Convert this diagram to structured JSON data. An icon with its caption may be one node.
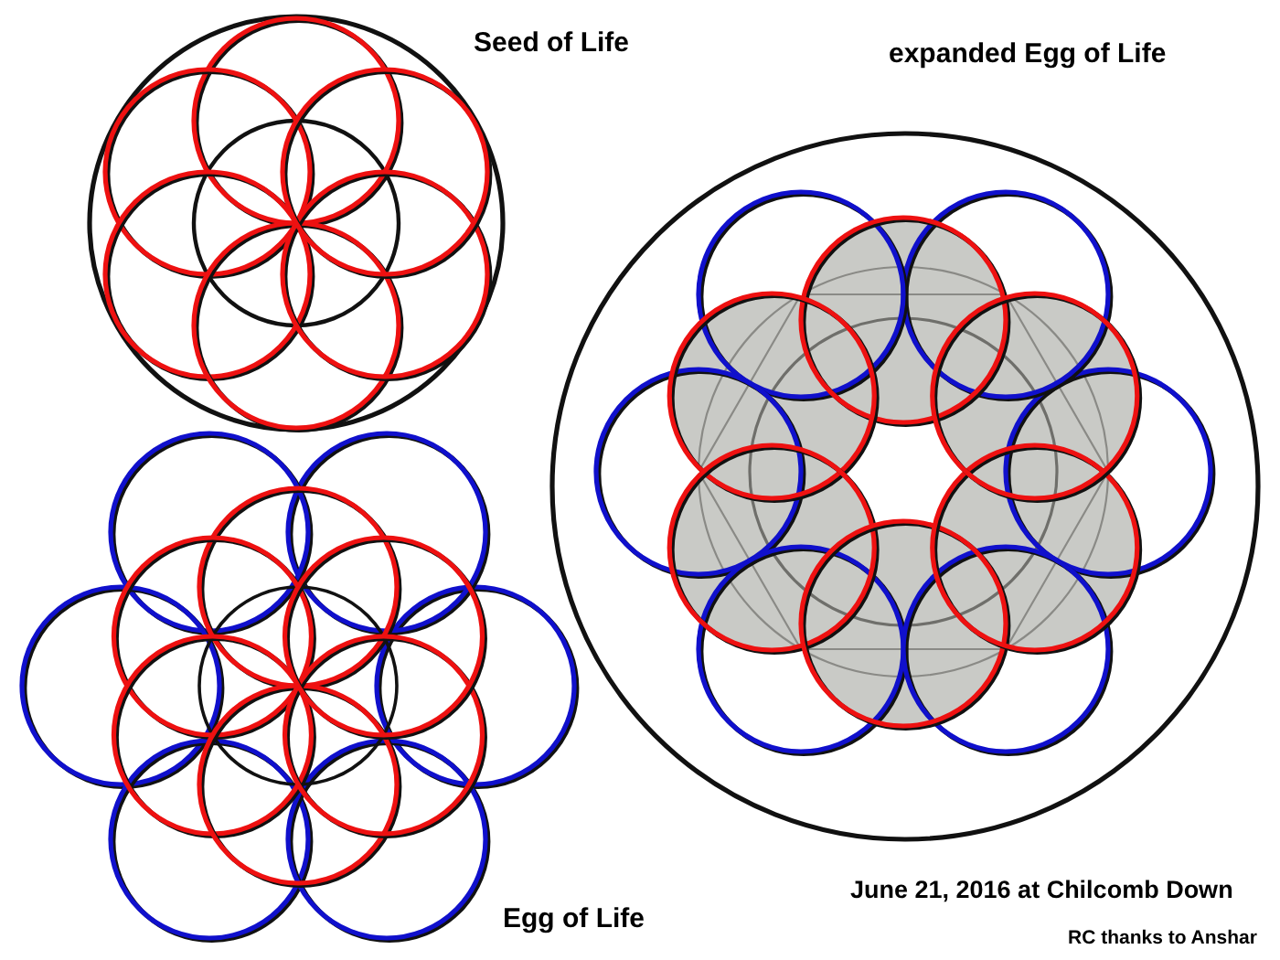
{
  "diagram": {
    "labels": [
      "Seed of Life",
      "expanded Egg of Life",
      "Egg of Life",
      "June 21, 2016 at Chilcomb Down",
      "RC thanks to Anshar"
    ]
  }
}
